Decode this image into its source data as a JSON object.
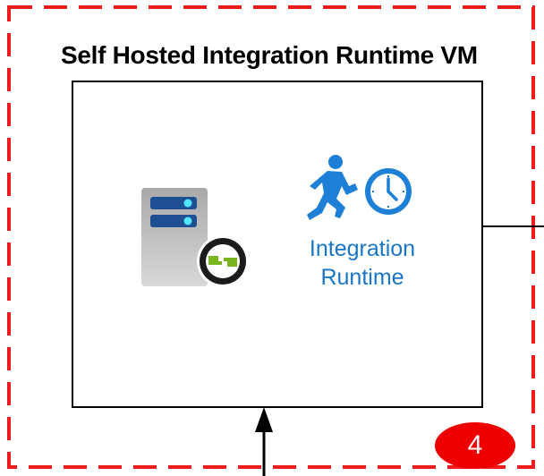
{
  "diagram": {
    "title": "Self Hosted Integration Runtime VM",
    "node": {
      "label_line1": "Integration",
      "label_line2": "Runtime"
    },
    "badge": "4"
  },
  "icons": {
    "server": "server-vm-icon",
    "integration_runtime": "running-person-clock-icon"
  },
  "colors": {
    "boundary": "#ee1c1c",
    "label_blue": "#1a75c6",
    "badge_red": "#ee0000",
    "icon_blue": "#1e7fd6",
    "connector_green": "#7ab51d"
  }
}
